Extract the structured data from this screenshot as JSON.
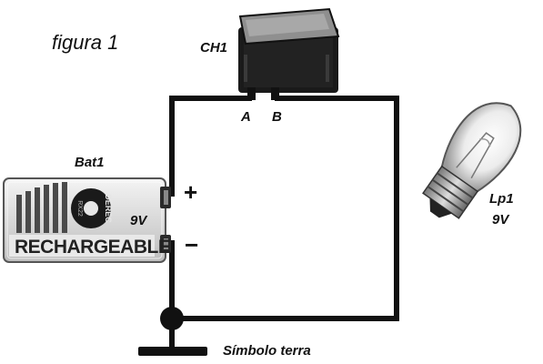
{
  "figure_label": "figura 1",
  "switch": {
    "ref": "CH1",
    "terminal_a": "A",
    "terminal_b": "B"
  },
  "battery": {
    "ref": "Bat1",
    "voltage": "9V",
    "brand": "DEREC",
    "model": "RX22",
    "print": "RECHARGEABLE",
    "positive_sign": "+",
    "negative_sign": "−"
  },
  "lamp": {
    "ref": "Lp1",
    "voltage": "9V"
  },
  "ground": {
    "label": "Símbolo terra"
  },
  "colors": {
    "wire": "#111111",
    "battery_body": "#e6e6e6",
    "stripe": "#4a4a4a",
    "bulb_glass": "#f2f2f2"
  }
}
